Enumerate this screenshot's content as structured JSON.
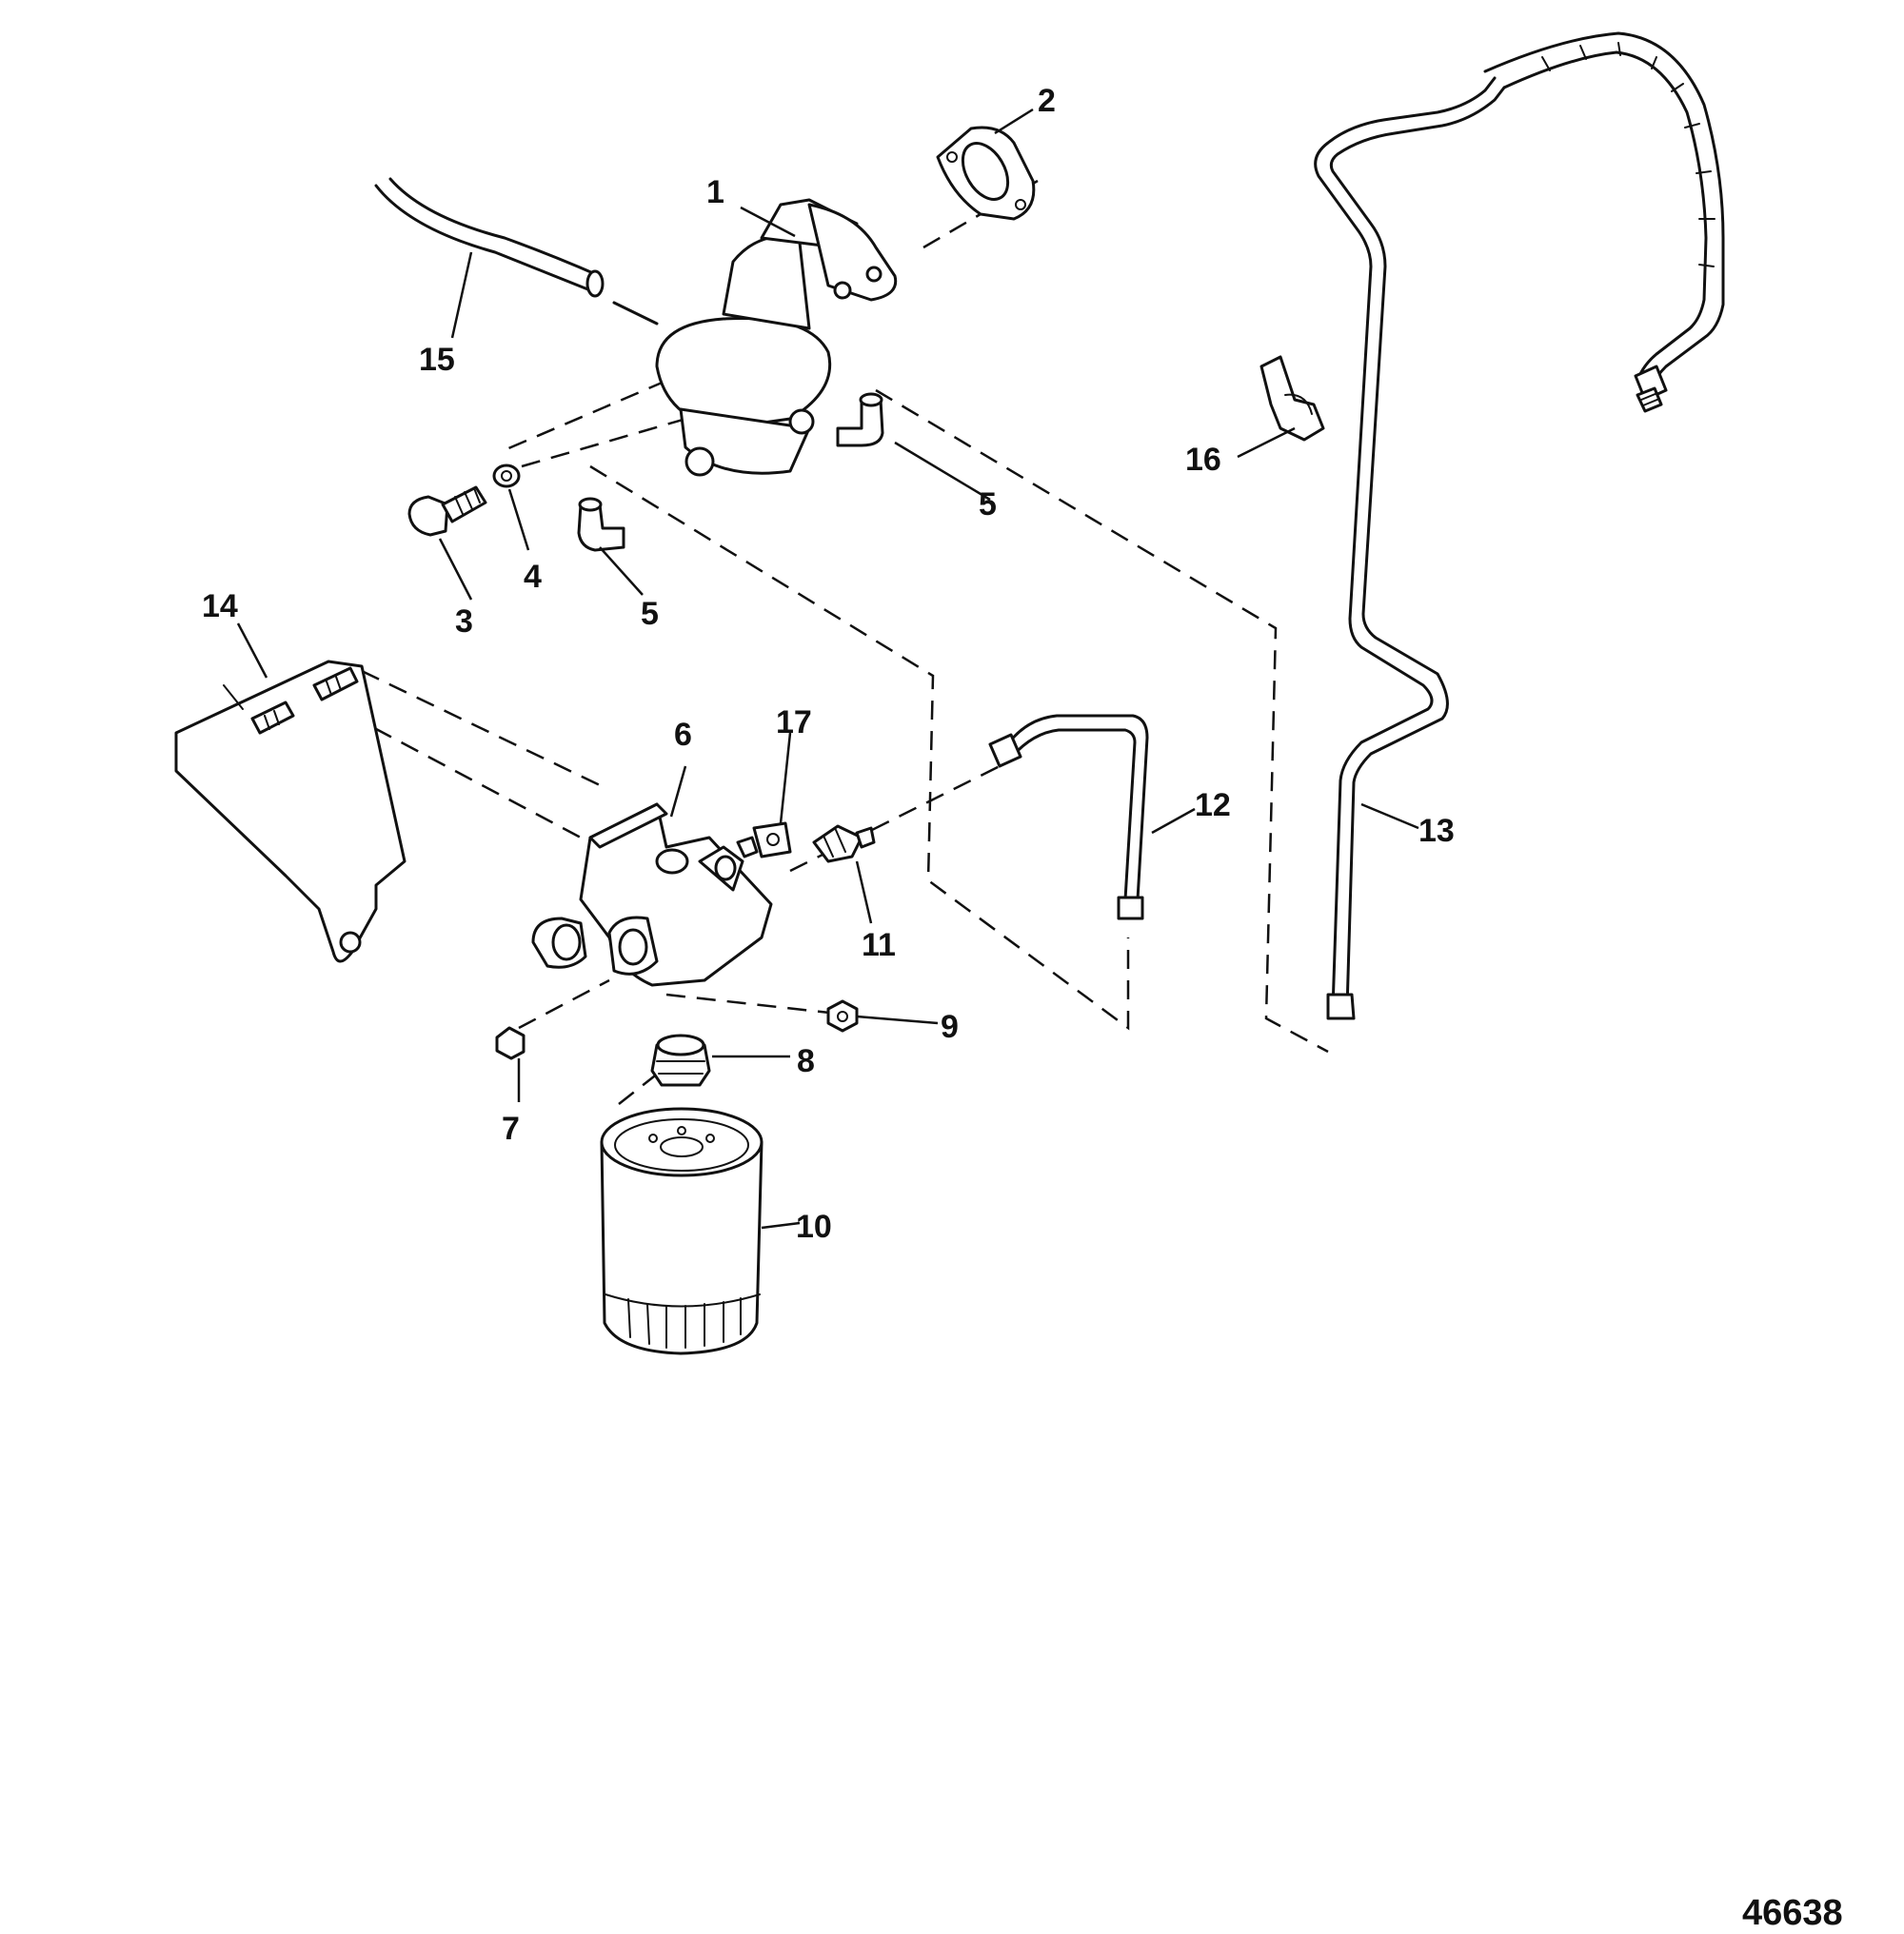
{
  "callouts": {
    "c1": "1",
    "c2": "2",
    "c3": "3",
    "c4": "4",
    "c5a": "5",
    "c5b": "5",
    "c6": "6",
    "c7": "7",
    "c8": "8",
    "c9": "9",
    "c10": "10",
    "c11": "11",
    "c12": "12",
    "c13": "13",
    "c14": "14",
    "c15": "15",
    "c16": "16",
    "c17": "17"
  },
  "figure_number": "46638"
}
